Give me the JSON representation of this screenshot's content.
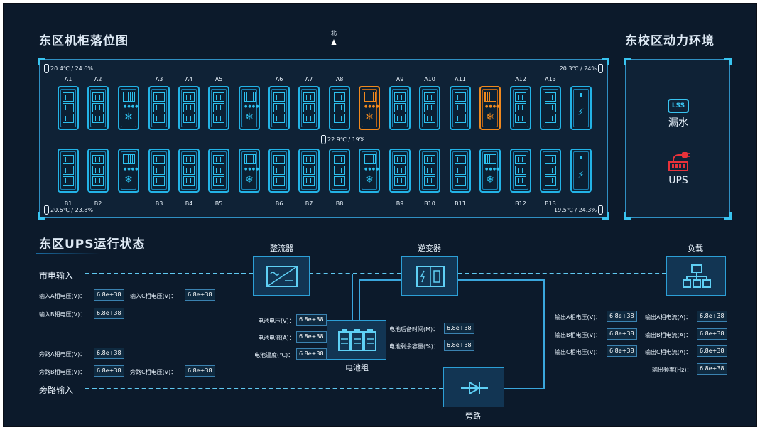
{
  "titles": {
    "room": "东区机柜落位图",
    "env": "东校区动力环境",
    "ups": "东区UPS运行状态",
    "north": "北"
  },
  "temps": {
    "tl": "20.4℃ / 24.6%",
    "tr": "20.3℃ / 24%",
    "center": "22.9℃ / 19%",
    "bl": "20.5℃ / 23.8%",
    "br": "19.5℃ / 24.3%"
  },
  "top_labels": [
    "A1",
    "A2",
    "A3",
    "A4",
    "A5",
    "A6",
    "A7",
    "A8",
    "A9",
    "A10",
    "A11",
    "A12",
    "A13"
  ],
  "bottom_labels": [
    "B1",
    "B2",
    "B3",
    "B4",
    "B5",
    "B6",
    "B7",
    "B8",
    "B9",
    "B10",
    "B11",
    "B12",
    "B13"
  ],
  "env": {
    "lss_icon_text": "LSS",
    "water": "漏水",
    "ups": "UPS",
    "ups_color": "#e8323a",
    "accent": "#39c4f0"
  },
  "ups": {
    "mains_input": "市电输入",
    "bypass_input": "旁路输入",
    "rectifier": "整流器",
    "inverter": "逆变器",
    "load": "负载",
    "battery": "电池组",
    "bypass": "旁路",
    "in_a_label": "输入A相电压(V)：",
    "in_a_value": "6.8e+38",
    "in_c_label": "输入C相电压(V)：",
    "in_c_value": "6.8e+38",
    "in_b_label": "输入B相电压(V)：",
    "in_b_value": "6.8e+38",
    "byp_a_label": "旁路A相电压(V)：",
    "byp_a_value": "6.8e+38",
    "byp_b_label": "旁路B相电压(V)：",
    "byp_b_value": "6.8e+38",
    "byp_c_label": "旁路C相电压(V)：",
    "byp_c_value": "6.8e+38",
    "bat_v_label": "电池电压(V)：",
    "bat_v_value": "6.8e+38",
    "bat_i_label": "电池电流(A)：",
    "bat_i_value": "6.8e+38",
    "bat_t_label": "电池温度(℃)：",
    "bat_t_value": "6.8e+38",
    "bat_time_label": "电池后备时间(M)：",
    "bat_time_value": "6.8e+38",
    "bat_cap_label": "电池剩余容量(%)：",
    "bat_cap_value": "6.8e+38",
    "out_va_label": "输出A相电压(V)：",
    "out_va_value": "6.8e+38",
    "out_vb_label": "输出B相电压(V)：",
    "out_vb_value": "6.8e+38",
    "out_vc_label": "输出C相电压(V)：",
    "out_vc_value": "6.8e+38",
    "out_ia_label": "输出A相电流(A)：",
    "out_ia_value": "6.8e+38",
    "out_ib_label": "输出B相电流(A)：",
    "out_ib_value": "6.8e+38",
    "out_ic_label": "输出C相电流(A)：",
    "out_ic_value": "6.8e+38",
    "out_f_label": "输出频率(Hz)：",
    "out_f_value": "6.8e+38"
  }
}
